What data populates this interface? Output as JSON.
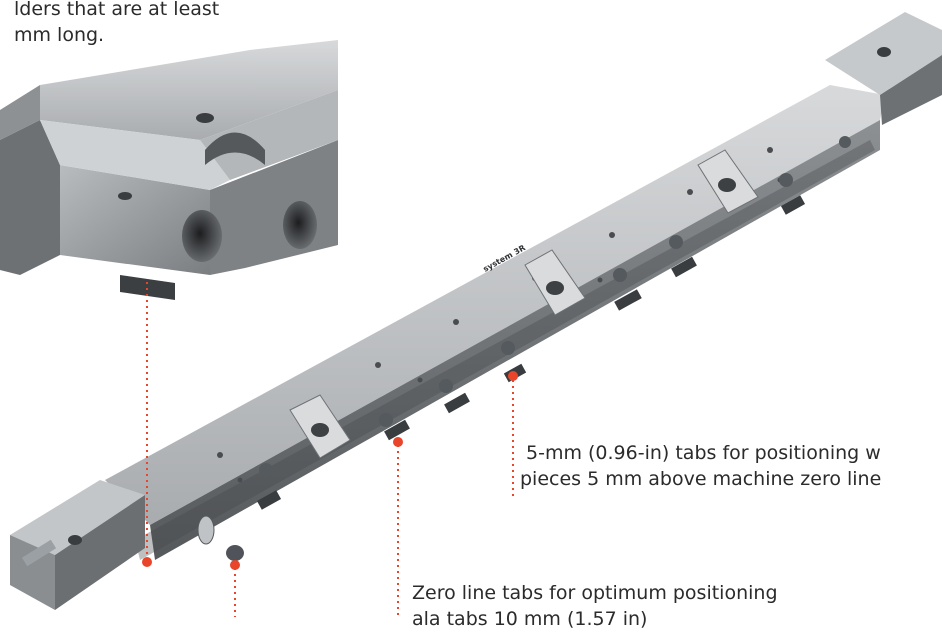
{
  "captions": {
    "top_line_1": "lders that are at least",
    "top_line_2": "mm long.",
    "right_line_1": "5-mm (0.96-in) tabs for positioning  w",
    "right_line_2": "pieces 5 mm above machine zero line",
    "bottom_line_1": "Zero line tabs for optimum positioning",
    "bottom_line_2": "ala              tabs 10 mm (1.57 in)"
  },
  "rail_marking": {
    "brand": "system 3R"
  },
  "colors": {
    "callout": "#e8452a",
    "metal_light": "#c9cbcd",
    "metal_mid": "#9ea1a4",
    "metal_dark": "#5f6366",
    "text": "#2b2b2b"
  },
  "icons": [
    "screw-icon",
    "clamp-tab-icon",
    "callout-dot-icon"
  ]
}
